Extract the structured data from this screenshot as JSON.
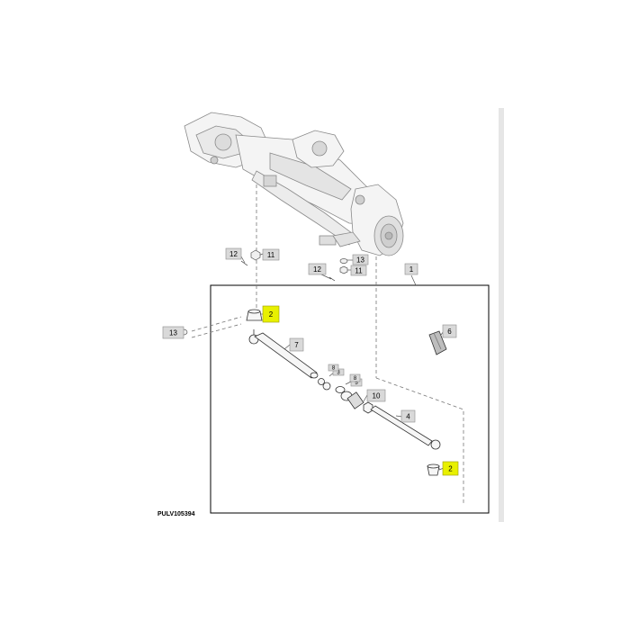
{
  "figure_ref": "PULV105394",
  "highlight_color": "#e8f000",
  "callouts": [
    {
      "id": "c1",
      "label": "1",
      "highlighted": false
    },
    {
      "id": "c2a",
      "label": "2",
      "highlighted": true
    },
    {
      "id": "c2b",
      "label": "2",
      "highlighted": true
    },
    {
      "id": "c3",
      "label": "3",
      "highlighted": false
    },
    {
      "id": "c4",
      "label": "4",
      "highlighted": false
    },
    {
      "id": "c5",
      "label": "5",
      "highlighted": false
    },
    {
      "id": "c6",
      "label": "6",
      "highlighted": false
    },
    {
      "id": "c7",
      "label": "7",
      "highlighted": false
    },
    {
      "id": "c8a",
      "label": "8",
      "highlighted": false
    },
    {
      "id": "c8b",
      "label": "8",
      "highlighted": false
    },
    {
      "id": "c10",
      "label": "10",
      "highlighted": false
    },
    {
      "id": "c11a",
      "label": "11",
      "highlighted": false
    },
    {
      "id": "c11b",
      "label": "11",
      "highlighted": false
    },
    {
      "id": "c12a",
      "label": "12",
      "highlighted": false
    },
    {
      "id": "c12b",
      "label": "12",
      "highlighted": false
    },
    {
      "id": "c13a",
      "label": "13",
      "highlighted": false
    },
    {
      "id": "c13b",
      "label": "13",
      "highlighted": false
    }
  ]
}
